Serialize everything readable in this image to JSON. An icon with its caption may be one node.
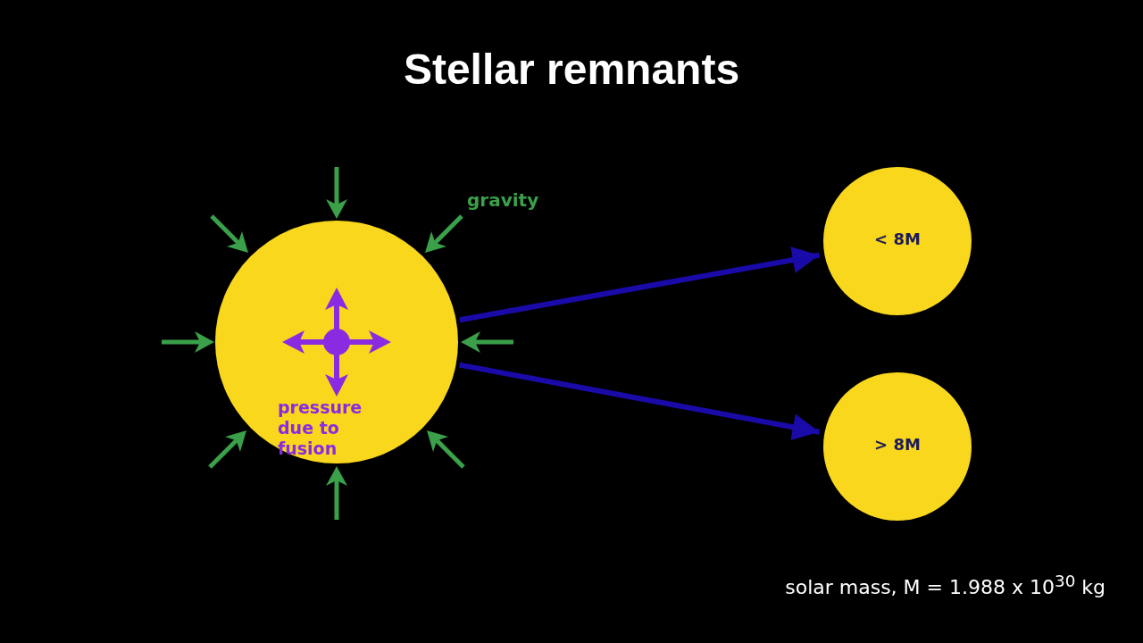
{
  "diagram": {
    "title": "Stellar remnants",
    "nodes": [
      {
        "text": [
          "pressure due to fusion"
        ]
      },
      {
        "text": [
          "< 8M"
        ]
      },
      {
        "text": [
          "> 8M"
        ]
      }
    ],
    "edges": [
      {
        "from": 0,
        "to": 1,
        "arrow": "to"
      },
      {
        "from": 0,
        "to": 2,
        "arrow": "to"
      }
    ],
    "labels": [
      "gravity",
      "solar mass, M = 1.988 x 10$^{30}$ kg"
    ]
  }
}
